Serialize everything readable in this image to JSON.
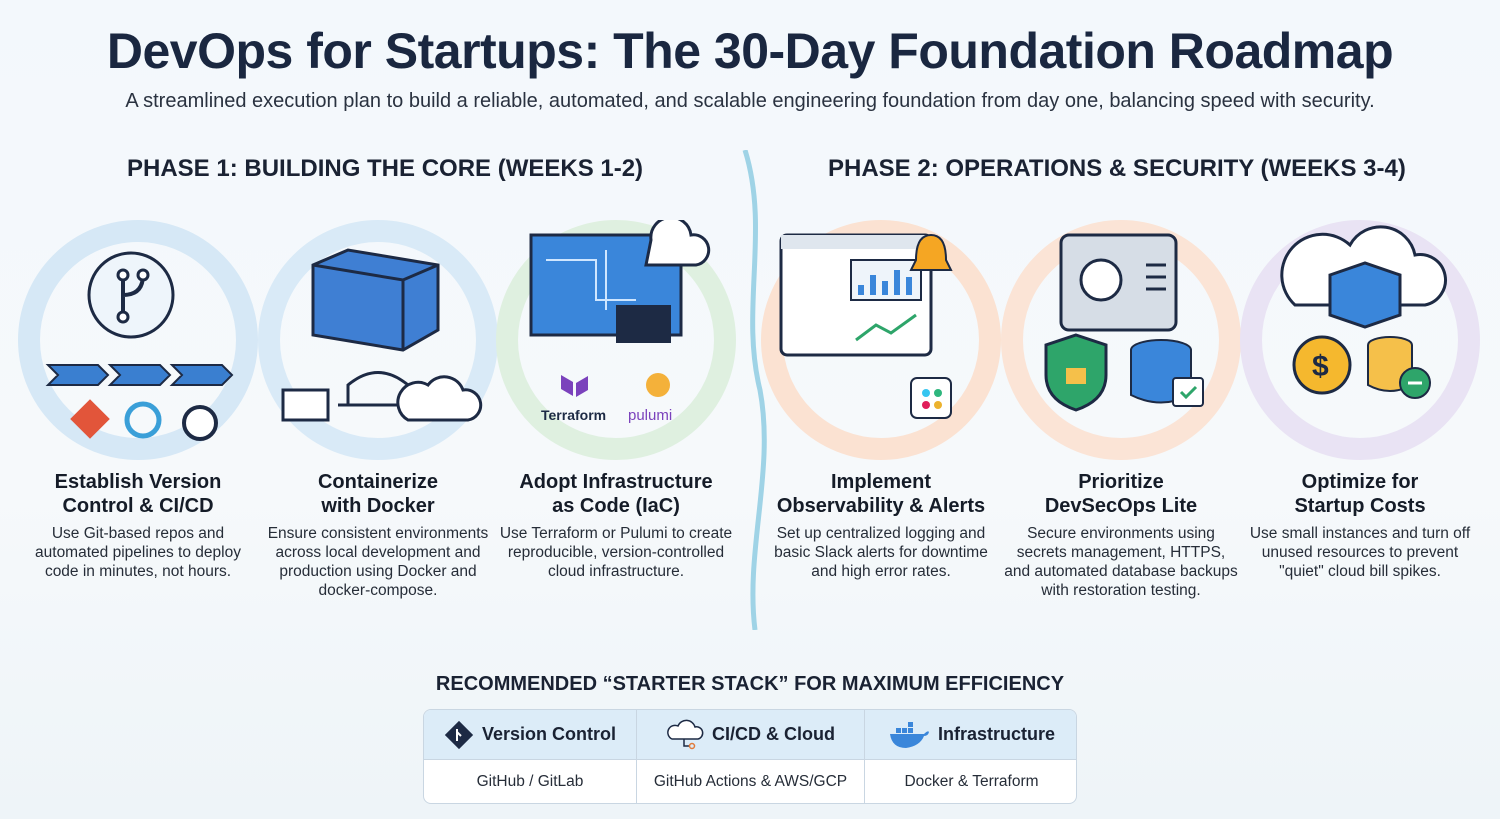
{
  "header": {
    "title": "DevOps for Startups: The 30-Day Foundation Roadmap",
    "subtitle": "A streamlined execution plan to build a reliable, automated, and scalable engineering foundation from day one, balancing speed with security."
  },
  "phases": [
    {
      "label": "PHASE 1: BUILDING THE CORE (WEEKS 1-2)"
    },
    {
      "label": "PHASE 2: OPERATIONS & SECURITY (WEEKS 3-4)"
    }
  ],
  "steps": [
    {
      "title_l1": "Establish Version",
      "title_l2": "Control & CI/CD",
      "desc": "Use Git-based repos and automated pipelines to deploy code in minutes, not hours.",
      "icon": "git-pipeline-icon",
      "color": "#d6e8f6"
    },
    {
      "title_l1": "Containerize",
      "title_l2": "with Docker",
      "desc": "Ensure consistent environments across local development and production using Docker and docker-compose.",
      "icon": "docker-container-icon",
      "color": "#d9eaf7"
    },
    {
      "title_l1": "Adopt Infrastructure",
      "title_l2": "as Code (IaC)",
      "desc": "Use Terraform or Pulumi to create reproducible, version-controlled cloud infrastructure.",
      "icon": "blueprint-cloud-icon",
      "color": "#dff0e0",
      "logos": [
        "Terraform",
        "pulumi"
      ]
    },
    {
      "title_l1": "Implement",
      "title_l2": "Observability & Alerts",
      "desc": "Set up centralized logging and basic Slack alerts for downtime and high error rates.",
      "icon": "dashboard-bell-icon",
      "color": "#fbe2d2"
    },
    {
      "title_l1": "Prioritize",
      "title_l2": "DevSecOps Lite",
      "desc": "Secure environments using secrets management, HTTPS, and automated database backups with restoration testing.",
      "icon": "safe-shield-icon",
      "color": "#fbe4d6"
    },
    {
      "title_l1": "Optimize for",
      "title_l2": "Startup Costs",
      "desc": "Use small instances and turn off unused resources to prevent \"quiet\" cloud bill spikes.",
      "icon": "cloud-cost-icon",
      "color": "#e9e3f4"
    }
  ],
  "stack": {
    "title": "RECOMMENDED “STARTER STACK” FOR MAXIMUM EFFICIENCY",
    "columns": [
      {
        "head": "Version Control",
        "value": "GitHub / GitLab",
        "icon": "git-diamond-icon"
      },
      {
        "head": "CI/CD & Cloud",
        "value": "GitHub Actions & AWS/GCP",
        "icon": "cloud-pipeline-icon"
      },
      {
        "head": "Infrastructure",
        "value": "Docker & Terraform",
        "icon": "docker-whale-icon"
      }
    ]
  }
}
